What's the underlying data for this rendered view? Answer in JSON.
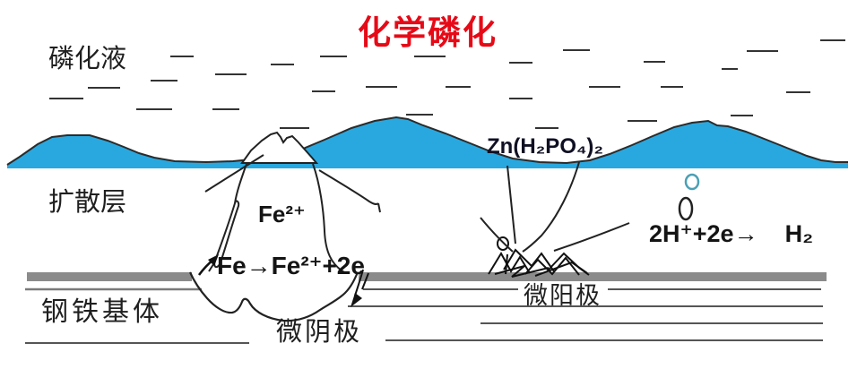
{
  "title": "化学磷化",
  "labels": {
    "solution": "磷化液",
    "diffusion_layer": "扩散层",
    "substrate": "钢铁基体",
    "micro_cathode": "微阴极",
    "micro_anode": "微阳极"
  },
  "formulas": {
    "zinc_phosphate": "Zn(H₂PO₄)₂",
    "ferrous_ion": "Fe²⁺",
    "anodic_reaction": "Fe→Fe²⁺+2e",
    "cathodic_reaction": "2H⁺+2e→",
    "hydrogen_gas": "H₂"
  },
  "colors": {
    "title_red": "#e60a17",
    "solution_blue": "#29a8df",
    "substrate_gray": "#8b8b8b",
    "line_dark": "#2b2b2b"
  },
  "dashes": [
    [
      55,
      110,
      38
    ],
    [
      98,
      98,
      36
    ],
    [
      168,
      90,
      30
    ],
    [
      190,
      63,
      26
    ],
    [
      152,
      122,
      40
    ],
    [
      240,
      83,
      35
    ],
    [
      237,
      122,
      30
    ],
    [
      302,
      72,
      26
    ],
    [
      312,
      143,
      33
    ],
    [
      357,
      63,
      30
    ],
    [
      348,
      102,
      26
    ],
    [
      408,
      97,
      35
    ],
    [
      453,
      128,
      30
    ],
    [
      462,
      63,
      35
    ],
    [
      497,
      97,
      28
    ],
    [
      568,
      70,
      26
    ],
    [
      568,
      110,
      26
    ],
    [
      597,
      143,
      26
    ],
    [
      628,
      56,
      30
    ],
    [
      657,
      97,
      35
    ],
    [
      700,
      135,
      33
    ],
    [
      718,
      69,
      24
    ],
    [
      737,
      97,
      25
    ],
    [
      805,
      77,
      18
    ],
    [
      815,
      129,
      25
    ],
    [
      833,
      57,
      35
    ],
    [
      877,
      103,
      27
    ],
    [
      915,
      45,
      28
    ]
  ]
}
